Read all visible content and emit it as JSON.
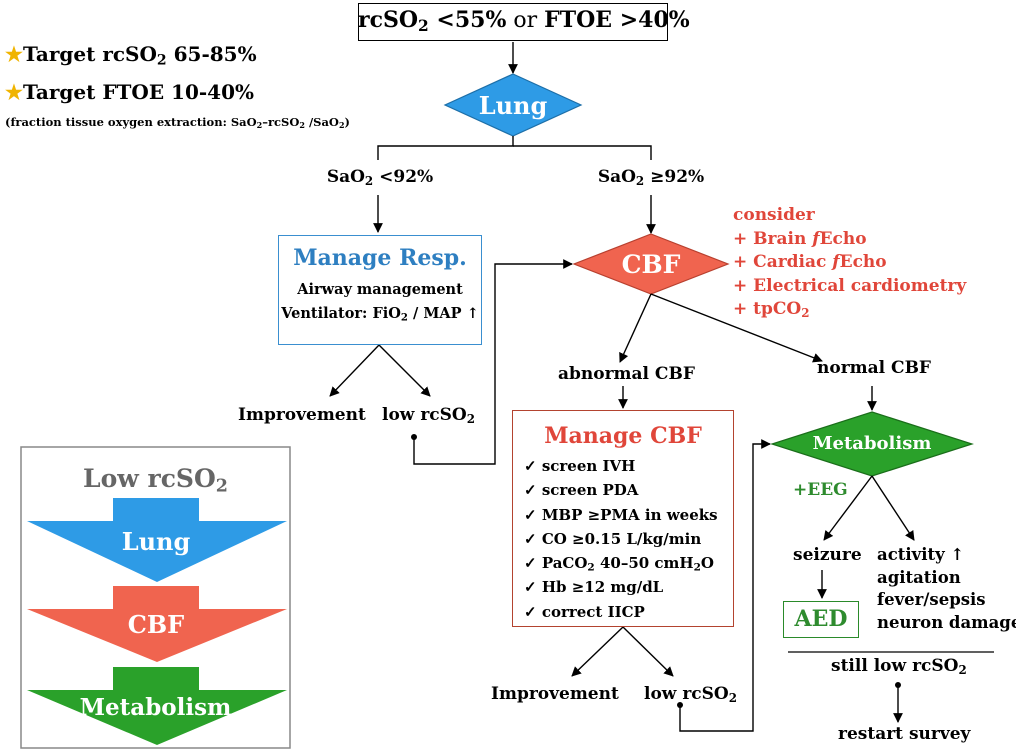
{
  "start": {
    "label_a": "rcSO",
    "sub": "2",
    "label_b": " <55%",
    "or": " or ",
    "label_c": "FTOE >40%"
  },
  "targets": [
    {
      "star": "★",
      "label": "Target rcSO",
      "sub": "2",
      "value": " 65-85%"
    },
    {
      "star": "★",
      "label": "Target FTOE 10-40%"
    }
  ],
  "ftoe_note": {
    "a": "(fraction tissue oxygen extraction: SaO",
    "s1": "2",
    "b": "–rcSO",
    "s2": "2",
    "c": " /SaO",
    "s3": "2",
    "d": ")"
  },
  "lung": {
    "label": "Lung"
  },
  "sao2_low": {
    "a": "SaO",
    "sub": "2",
    "b": " <92%"
  },
  "sao2_high": {
    "a": "SaO",
    "sub": "2",
    "b": " ≥92%"
  },
  "manage_resp": {
    "title": "Manage  Resp.",
    "line1": "Airway management",
    "line2_a": "Ventilator: FiO",
    "line2_sub": "2",
    "line2_b": " / MAP ↑"
  },
  "cbf": {
    "label": "CBF"
  },
  "consider": {
    "title": "consider",
    "items": [
      {
        "a": "+ Brain ",
        "i": "f",
        "b": "Echo"
      },
      {
        "a": "+ Cardiac ",
        "i": "f",
        "b": "Echo"
      },
      {
        "a": "+ Electrical cardiometry"
      },
      {
        "a": "+ tpCO",
        "sub": "2"
      }
    ]
  },
  "resp_outcomes": {
    "improvement": "Improvement",
    "low_a": "low rcSO",
    "low_sub": "2"
  },
  "abnormal_cbf": "abnormal CBF",
  "normal_cbf": "normal CBF",
  "manage_cbf": {
    "title": "Manage  CBF",
    "check": "✓",
    "items": [
      {
        "a": "screen IVH"
      },
      {
        "a": "screen PDA"
      },
      {
        "a": "MBP ≥PMA in weeks"
      },
      {
        "a": "CO ≥0.15 L/kg/min"
      },
      {
        "a": "PaCO",
        "sub": "2",
        "b": " 40–50 cmH",
        "sub2": "2",
        "c": "O"
      },
      {
        "a": "Hb ≥12 mg/dL"
      },
      {
        "a": "correct IICP"
      }
    ]
  },
  "cbf_outcomes": {
    "improvement": "Improvement",
    "low_a": "low rcSO",
    "low_sub": "2"
  },
  "metabolism": {
    "label": "Metabolism",
    "eeg": "+EEG"
  },
  "seizure": "seizure",
  "aed": "AED",
  "activity": {
    "l1": "activity ↑",
    "l2": "agitation",
    "l3": "fever/sepsis",
    "l4": "neuron damage"
  },
  "still": {
    "a": "still  low rcSO",
    "sub": "2"
  },
  "restart": "restart survey",
  "legend": {
    "title_a": "Low rcSO",
    "title_sub": "2",
    "steps": [
      "Lung",
      "CBF",
      "Metabolism"
    ]
  },
  "colors": {
    "blue": "#2e9be6",
    "red": "#f0644f",
    "green": "#2aa12a",
    "gray_border": "#888888"
  }
}
